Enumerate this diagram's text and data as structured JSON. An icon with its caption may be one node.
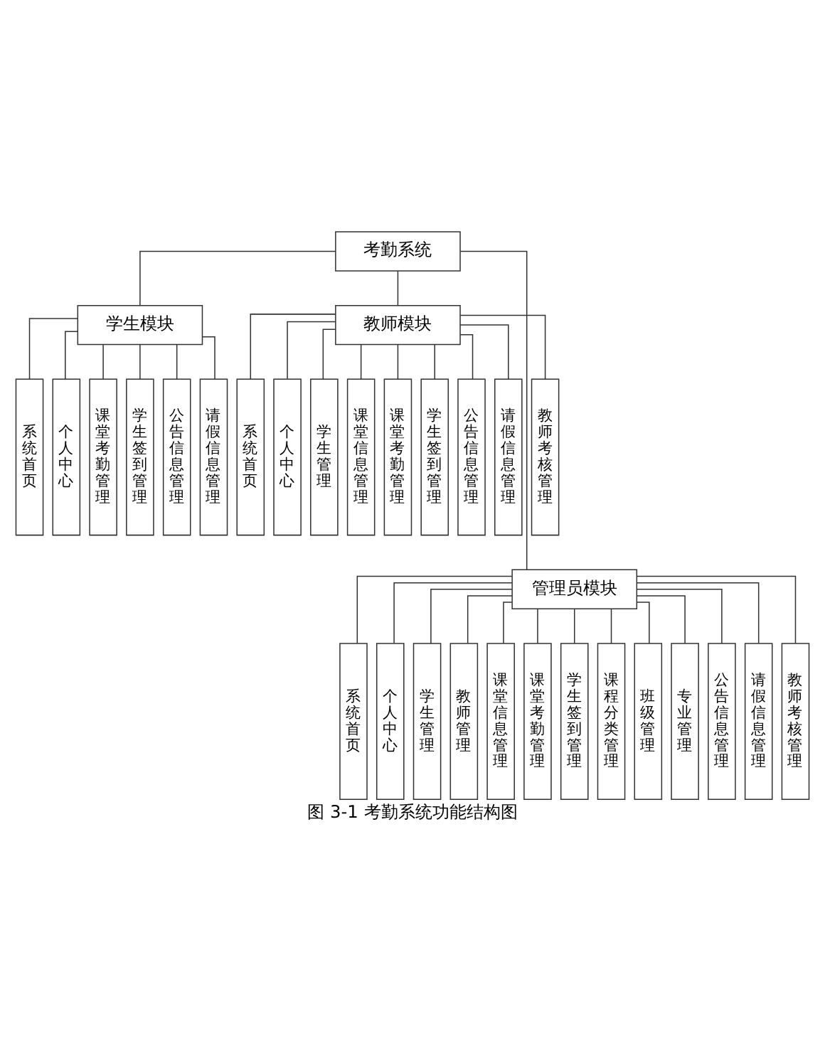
{
  "diagram": {
    "caption": "图 3-1 考勤系统功能结构图",
    "nodes": [
      {
        "text": [
          "考勤系统"
        ]
      },
      {
        "text": [
          "学生模块"
        ]
      },
      {
        "text": [
          "教师模块"
        ]
      },
      {
        "text": [
          "系统首页"
        ]
      },
      {
        "text": [
          "个人中心"
        ]
      },
      {
        "text": [
          "课堂考勤管理"
        ]
      },
      {
        "text": [
          "学生签到管理"
        ]
      },
      {
        "text": [
          "公告信息管理"
        ]
      },
      {
        "text": [
          "请假信息管理"
        ]
      },
      {
        "text": [
          "系统首页"
        ]
      },
      {
        "text": [
          "个人中心"
        ]
      },
      {
        "text": [
          "学生管理"
        ]
      },
      {
        "text": [
          "课堂信息管理"
        ]
      },
      {
        "text": [
          "课堂考勤管理"
        ]
      },
      {
        "text": [
          "学生签到管理"
        ]
      },
      {
        "text": [
          "公告信息管理"
        ]
      },
      {
        "text": [
          "请假信息管理"
        ]
      },
      {
        "text": [
          "教师考核管理"
        ]
      },
      {
        "text": [
          "管理员模块"
        ]
      },
      {
        "text": [
          "系统首页"
        ]
      },
      {
        "text": [
          "个人中心"
        ]
      },
      {
        "text": [
          "学生管理"
        ]
      },
      {
        "text": [
          "教师管理"
        ]
      },
      {
        "text": [
          "课堂信息管理"
        ]
      },
      {
        "text": [
          "课堂考勤管理"
        ]
      },
      {
        "text": [
          "学生签到管理"
        ]
      },
      {
        "text": [
          "课程分类管理"
        ]
      },
      {
        "text": [
          "班级管理"
        ]
      },
      {
        "text": [
          "专业管理"
        ]
      },
      {
        "text": [
          "公告信息管理"
        ]
      },
      {
        "text": [
          "请假信息管理"
        ]
      },
      {
        "text": [
          "教师考核管理"
        ]
      }
    ],
    "edges": [
      {
        "from": 0,
        "to": 1,
        "arrow": "none"
      },
      {
        "from": 0,
        "to": 2,
        "arrow": "none"
      },
      {
        "from": 0,
        "to": 18,
        "arrow": "none"
      },
      {
        "from": 1,
        "to": 3,
        "arrow": "none"
      },
      {
        "from": 1,
        "to": 4,
        "arrow": "none"
      },
      {
        "from": 1,
        "to": 5,
        "arrow": "none"
      },
      {
        "from": 1,
        "to": 6,
        "arrow": "none"
      },
      {
        "from": 1,
        "to": 7,
        "arrow": "none"
      },
      {
        "from": 1,
        "to": 8,
        "arrow": "none"
      },
      {
        "from": 2,
        "to": 9,
        "arrow": "none"
      },
      {
        "from": 2,
        "to": 10,
        "arrow": "none"
      },
      {
        "from": 2,
        "to": 11,
        "arrow": "none"
      },
      {
        "from": 2,
        "to": 12,
        "arrow": "none"
      },
      {
        "from": 2,
        "to": 13,
        "arrow": "none"
      },
      {
        "from": 2,
        "to": 14,
        "arrow": "none"
      },
      {
        "from": 2,
        "to": 15,
        "arrow": "none"
      },
      {
        "from": 2,
        "to": 16,
        "arrow": "none"
      },
      {
        "from": 2,
        "to": 17,
        "arrow": "none"
      },
      {
        "from": 18,
        "to": 19,
        "arrow": "none"
      },
      {
        "from": 18,
        "to": 20,
        "arrow": "none"
      },
      {
        "from": 18,
        "to": 21,
        "arrow": "none"
      },
      {
        "from": 18,
        "to": 22,
        "arrow": "none"
      },
      {
        "from": 18,
        "to": 23,
        "arrow": "none"
      },
      {
        "from": 18,
        "to": 24,
        "arrow": "none"
      },
      {
        "from": 18,
        "to": 25,
        "arrow": "none"
      },
      {
        "from": 18,
        "to": 26,
        "arrow": "none"
      },
      {
        "from": 18,
        "to": 27,
        "arrow": "none"
      },
      {
        "from": 18,
        "to": 28,
        "arrow": "none"
      },
      {
        "from": 18,
        "to": 29,
        "arrow": "none"
      },
      {
        "from": 18,
        "to": 30,
        "arrow": "none"
      },
      {
        "from": 18,
        "to": 31,
        "arrow": "none"
      }
    ]
  }
}
